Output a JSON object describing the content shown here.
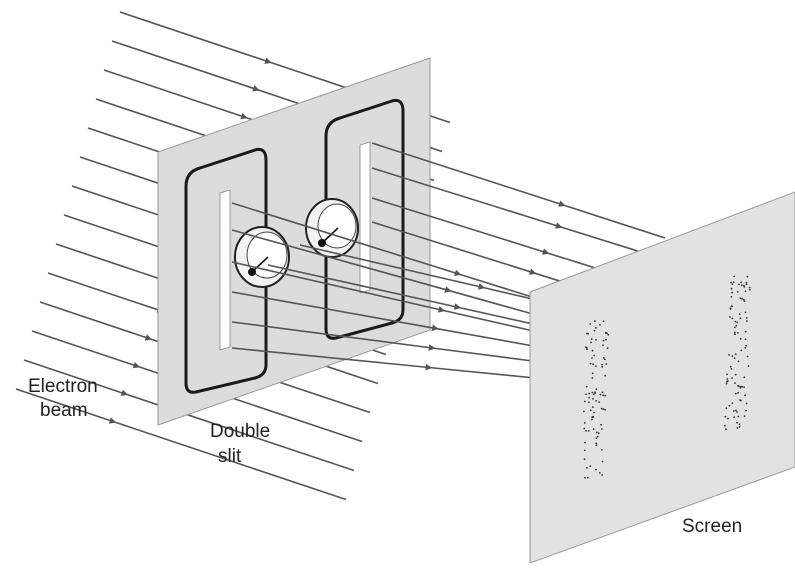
{
  "labels": {
    "beam_line1": "Electron",
    "beam_line2": "beam",
    "slit_line1": "Double",
    "slit_line2": "slit",
    "screen": "Screen"
  },
  "colors": {
    "ray": "#555555",
    "plate": "#dcdcdc",
    "screen": "#e2e2e2",
    "loop": "#1a1a1a",
    "dot": "#333333"
  }
}
